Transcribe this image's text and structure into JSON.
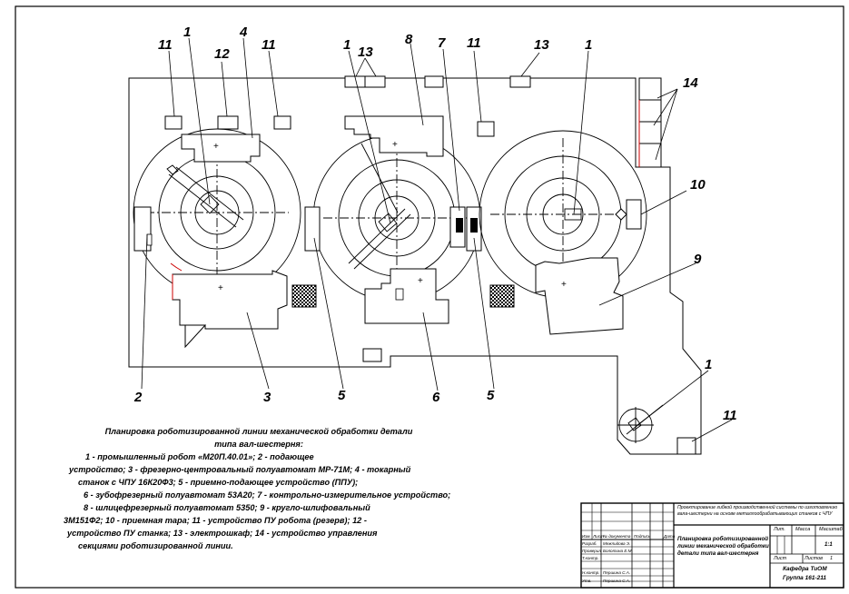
{
  "callouts": {
    "c1a": "1",
    "c1b": "1",
    "c1c": "1",
    "c1d": "1",
    "c2": "2",
    "c3": "3",
    "c4": "4",
    "c5a": "5",
    "c5b": "5",
    "c6": "6",
    "c7": "7",
    "c8": "8",
    "c9": "9",
    "c10": "10",
    "c11a": "11",
    "c11b": "11",
    "c11c": "11",
    "c11d": "11",
    "c12": "12",
    "c13a": "13",
    "c13b": "13",
    "c14": "14"
  },
  "legend": {
    "title_line1": "Планировка роботизированной линии механической обработки детали",
    "title_line2": "типа вал-шестерня:",
    "lines": [
      "1 - промышленный робот «М20П.40.01»; 2 - подающее",
      "устройство; 3 - фрезерно-центровальный полуавтомат МР-71М; 4 - токарный",
      "станок с ЧПУ 16К20Ф3; 5 - приемно-подающее устройство (ППУ);",
      "6 - зубофрезерный полуавтомат 53А20; 7 - контрольно-измерительное устройство;",
      "8 - шлицефрезерный полуавтомат 5350; 9 - кругло-шлифовальный",
      "3М151Ф2; 10 - приемная тара; 11 - устройство ПУ робота (резерв); 12 -",
      "устройство ПУ станка; 13 - электрошкаф; 14 - устройство   управления",
      "секциями роботизированной линии."
    ]
  },
  "title_block": {
    "project_title": "Проектирование гибкой производственной системы по изготовлению вала-шестерни на основе металлообрабатывающих станков с ЧПУ",
    "drawing_title_line1": "Планировка роботизированной",
    "drawing_title_line2": "линии механической обработки",
    "drawing_title_line3": "детали типа вал-шестерня",
    "col_izm": "Изм.",
    "col_list": "Лист",
    "col_doc": "№ документа",
    "col_sign": "Подпись",
    "col_date": "Дата",
    "role_razrab": "Разраб.",
    "name_razrab": "Межлидова Э.",
    "role_prover": "Проверил",
    "name_prover": "Болотина Е.М.",
    "role_tkontr": "Т.контр.",
    "role_nkontr": "Н.контр.",
    "name_nkontr": "Першина С.А.",
    "role_utv": "Утв.",
    "name_utv": "Першина С.А.",
    "lit": "Лит.",
    "massa": "Масса",
    "masshtab": "Масштаб",
    "scale": "1:1",
    "sheet_label": "Лист",
    "sheets_label": "Листов",
    "sheets_value": "1",
    "dept": "Кафедра ТиОМ",
    "group": "Группа 161-211"
  }
}
